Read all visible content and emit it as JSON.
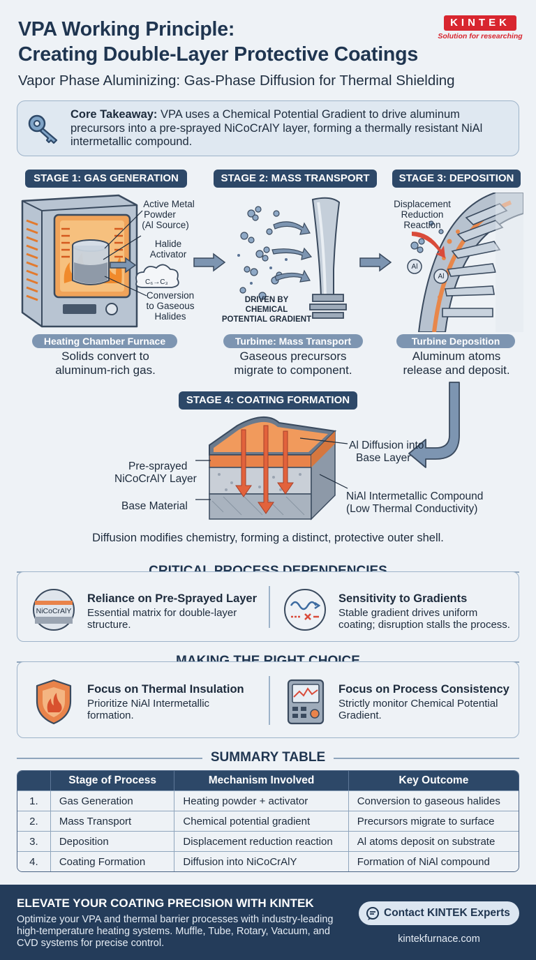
{
  "header": {
    "title_line1": "VPA Working Principle:",
    "title_line2": "Creating Double-Layer Protective Coatings",
    "subtitle": "Vapor Phase Aluminizing: Gas-Phase Diffusion for Thermal Shielding"
  },
  "logo": {
    "brand": "KINTEK",
    "tagline": "Solution for researching",
    "color": "#d8262f"
  },
  "takeaway": {
    "label": "Core Takeaway:",
    "text": "VPA uses a Chemical Potential Gradient to drive aluminum precursors into a pre-sprayed NiCoCrAlY layer, forming a thermally resistant NiAl intermetallic compound.",
    "icon": "key-icon"
  },
  "stages": {
    "stage1": {
      "pill": "STAGE 1: GAS GENERATION",
      "label_powder": "Active Metal Powder (Al Source)",
      "label_powder_l1": "Active Metal",
      "label_powder_l2": "Powder",
      "label_powder_l3": "(Al Source)",
      "label_halide_l1": "Halide",
      "label_halide_l2": "Activator",
      "label_conv_l1": "Conversion",
      "label_conv_l2": "to Gaseous",
      "label_conv_l3": "Halides",
      "cloud_formula": "C₆→C₃",
      "caption": "Heating Chamber Furnace",
      "text_l1": "Solids convert to",
      "text_l2": "aluminum-rich gas."
    },
    "stage2": {
      "pill": "STAGE 2: MASS TRANSPORT",
      "driven_l1": "DRIVEN BY",
      "driven_l2": "CHEMICAL",
      "driven_l3": "POTENTIAL GRADIENT",
      "caption": "Turbime: Mass Transport",
      "text_l1": "Gaseous precursors",
      "text_l2": "migrate to component."
    },
    "stage3": {
      "pill": "STAGE 3: DEPOSITION",
      "label_l1": "Displacement",
      "label_l2": "Reduction",
      "label_l3": "Reaction",
      "al": "Al",
      "caption": "Turbine Deposition",
      "text_l1": "Aluminum atoms",
      "text_l2": "release and deposit."
    },
    "stage4": {
      "pill": "STAGE 4: COATING FORMATION",
      "label_presprayed_l1": "Pre-sprayed",
      "label_presprayed_l2": "NiCoCrAlY Layer",
      "label_base": "Base Material",
      "label_al_l1": "Al Diffusion into",
      "label_al_l2": "Base Layer",
      "label_nial_l1": "NiAl Intermetallic Compound",
      "label_nial_l2": "(Low Thermal Conductivity)",
      "summary": "Diffusion modifies chemistry, forming a distinct, protective outer shell."
    }
  },
  "dependencies": {
    "heading": "CRITICAL PROCESS DEPENDENCIES",
    "items": [
      {
        "icon": "layer-sample-icon",
        "badge": "NiCoCrAlY",
        "title": "Reliance on Pre-Sprayed Layer",
        "desc": "Essential matrix for double-layer structure."
      },
      {
        "icon": "gradient-wave-icon",
        "title": "Sensitivity to Gradients",
        "desc": "Stable gradient drives uniform coating; disruption stalls the process."
      }
    ]
  },
  "choice": {
    "heading": "MAKING THE RIGHT CHOICE",
    "items": [
      {
        "icon": "flame-shield-icon",
        "title": "Focus on Thermal Insulation",
        "desc": "Prioritize NiAl Intermetallic formation."
      },
      {
        "icon": "monitor-device-icon",
        "title": "Focus on Process Consistency",
        "desc": "Strictly monitor Chemical Potential Gradient."
      }
    ]
  },
  "summary_table": {
    "heading": "SUMMARY TABLE",
    "columns": [
      "",
      "Stage of Process",
      "Mechanism Involved",
      "Key Outcome"
    ],
    "rows": [
      [
        "1.",
        "Gas Generation",
        "Heating powder + activator",
        "Conversion to gaseous halides"
      ],
      [
        "2.",
        "Mass Transport",
        "Chemical potential gradient",
        "Precursors migrate to surface"
      ],
      [
        "3.",
        "Deposition",
        "Displacement reduction reaction",
        "Al atoms deposit on substrate"
      ],
      [
        "4.",
        "Coating Formation",
        "Diffusion into NiCoCrAlY",
        "Formation of NiAl compound"
      ]
    ]
  },
  "footer": {
    "heading": "ELEVATE YOUR COATING PRECISION WITH KINTEK",
    "text": "Optimize your VPA and thermal barrier processes with industry-leading high-temperature heating systems. Muffle, Tube, Rotary, Vacuum, and CVD systems for precise control.",
    "cta": "Contact KINTEK Experts",
    "website": "kintekfurnace.com"
  }
}
